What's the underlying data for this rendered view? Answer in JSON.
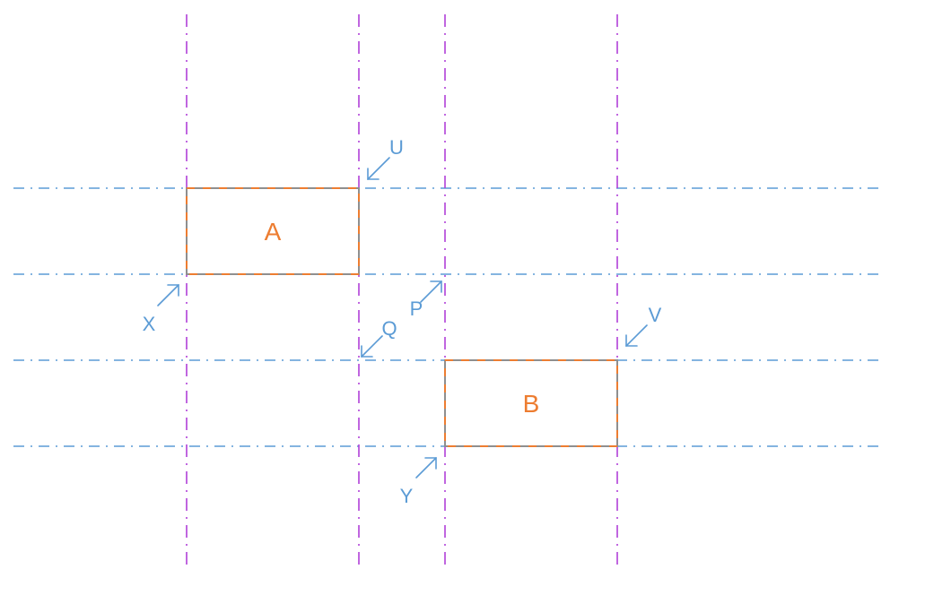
{
  "colors": {
    "horizontal_lines": "#5b9bd5",
    "vertical_lines": "#b040d8",
    "rect_border_orange": "#ed7d31",
    "rect_border_gray": "#8f8f8f",
    "rect_label": "#ed7d31",
    "point_label": "#5b9bd5",
    "arrow": "#5b9bd5"
  },
  "rectangles": [
    {
      "id": "rect-a",
      "label": "A"
    },
    {
      "id": "rect-b",
      "label": "B"
    }
  ],
  "points": [
    {
      "id": "point-u",
      "label": "U"
    },
    {
      "id": "point-x",
      "label": "X"
    },
    {
      "id": "point-p",
      "label": "P"
    },
    {
      "id": "point-q",
      "label": "Q"
    },
    {
      "id": "point-v",
      "label": "V"
    },
    {
      "id": "point-y",
      "label": "Y"
    }
  ]
}
